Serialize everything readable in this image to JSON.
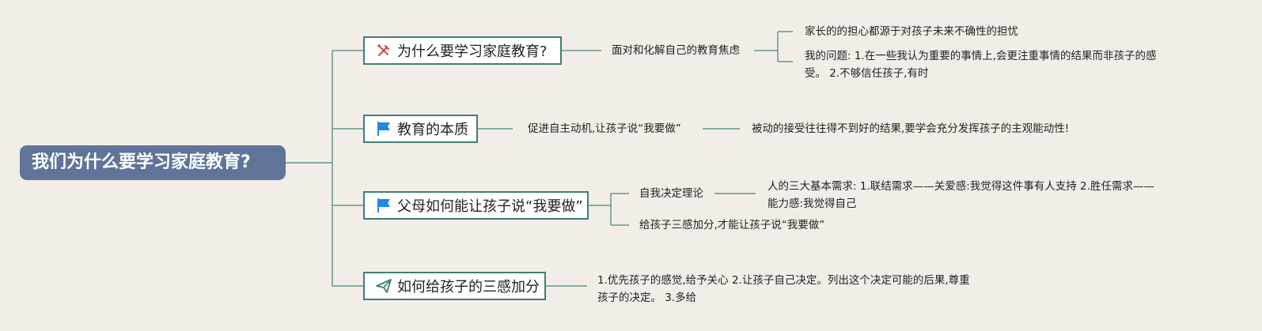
{
  "root": {
    "title": "我们为什么要学习家庭教育?"
  },
  "branches": [
    {
      "label": "为什么要学习家庭教育?",
      "icon": "tools-icon",
      "children": [
        {
          "text": "面对和化解自己的教育焦虑",
          "children": [
            {
              "text": "家长的的担心都源于对孩子未来不确性的担忧"
            },
            {
              "text": "我的问题: 1.在一些我认为重要的事情上,会更注重事情的结果而非孩子的感受。 2.不够信任孩子,有时"
            }
          ]
        }
      ]
    },
    {
      "label": "教育的本质",
      "icon": "flag-icon",
      "children": [
        {
          "text": "促进自主动机,让孩子说“我要做”",
          "children": [
            {
              "text": "被动的接受往往得不到好的结果,要学会充分发挥孩子的主观能动性!"
            }
          ]
        }
      ]
    },
    {
      "label": "父母如何能让孩子说“我要做”",
      "icon": "flag-icon",
      "children": [
        {
          "text": "自我决定理论",
          "children": [
            {
              "text": "人的三大基本需求: 1.联结需求——关爱感:我觉得这件事有人支持 2.胜任需求——能力感:我觉得自己"
            }
          ]
        },
        {
          "text": "给孩子三感加分,才能让孩子说“我要做”"
        }
      ]
    },
    {
      "label": "如何给孩子的三感加分",
      "icon": "paper-plane-icon",
      "children": [
        {
          "text": "1.优先孩子的感觉,给予关心 2.让孩子自己决定。列出这个决定可能的后果,尊重孩子的决定。 3.多给"
        }
      ]
    }
  ],
  "colors": {
    "background": "#f3ede8",
    "root_fill": "#607399",
    "branch_border": "#3d7f70",
    "line": "#5f9a8a",
    "flag": "#1e88e5",
    "tools": "#d64545",
    "plane": "#3d7f70"
  }
}
